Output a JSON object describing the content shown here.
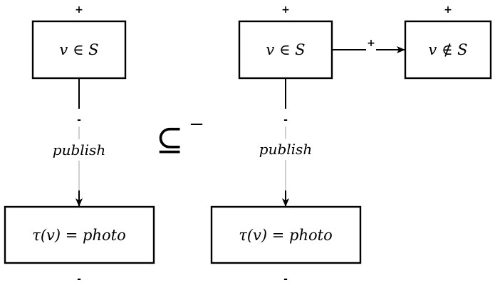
{
  "left": {
    "top_box": {
      "label": "v ∈ S",
      "sign": "+"
    },
    "bottom_box": {
      "label": "τ(v) = photo",
      "sign": "-"
    },
    "edge": {
      "label": "publish",
      "sign": "-"
    }
  },
  "relation": {
    "symbol": "⊆",
    "sign": "−"
  },
  "right": {
    "top_box": {
      "label": "v ∈ S",
      "sign": "+"
    },
    "side_box": {
      "label": "v ∉ S",
      "sign": "+"
    },
    "bottom_box": {
      "label": "τ(v) = photo",
      "sign": "-"
    },
    "edge_down": {
      "label": "publish",
      "sign": "-"
    },
    "edge_right": {
      "sign": "+"
    }
  }
}
